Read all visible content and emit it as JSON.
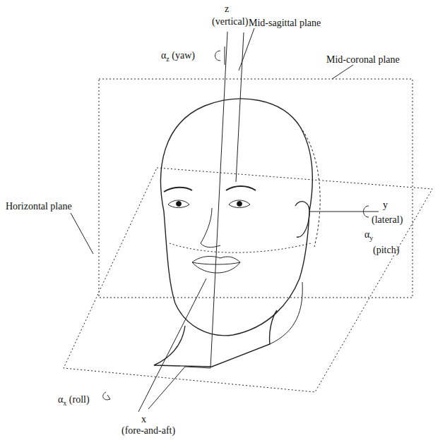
{
  "diagram": {
    "labels": [
      "z",
      "(vertical)",
      "αz (yaw)",
      "Mid-sagittal plane",
      "Mid-coronal plane",
      "Horizontal plane",
      "y",
      "(lateral)",
      "αy",
      "(pitch)",
      "αx (roll)",
      "x",
      "(fore-and-aft)"
    ]
  }
}
